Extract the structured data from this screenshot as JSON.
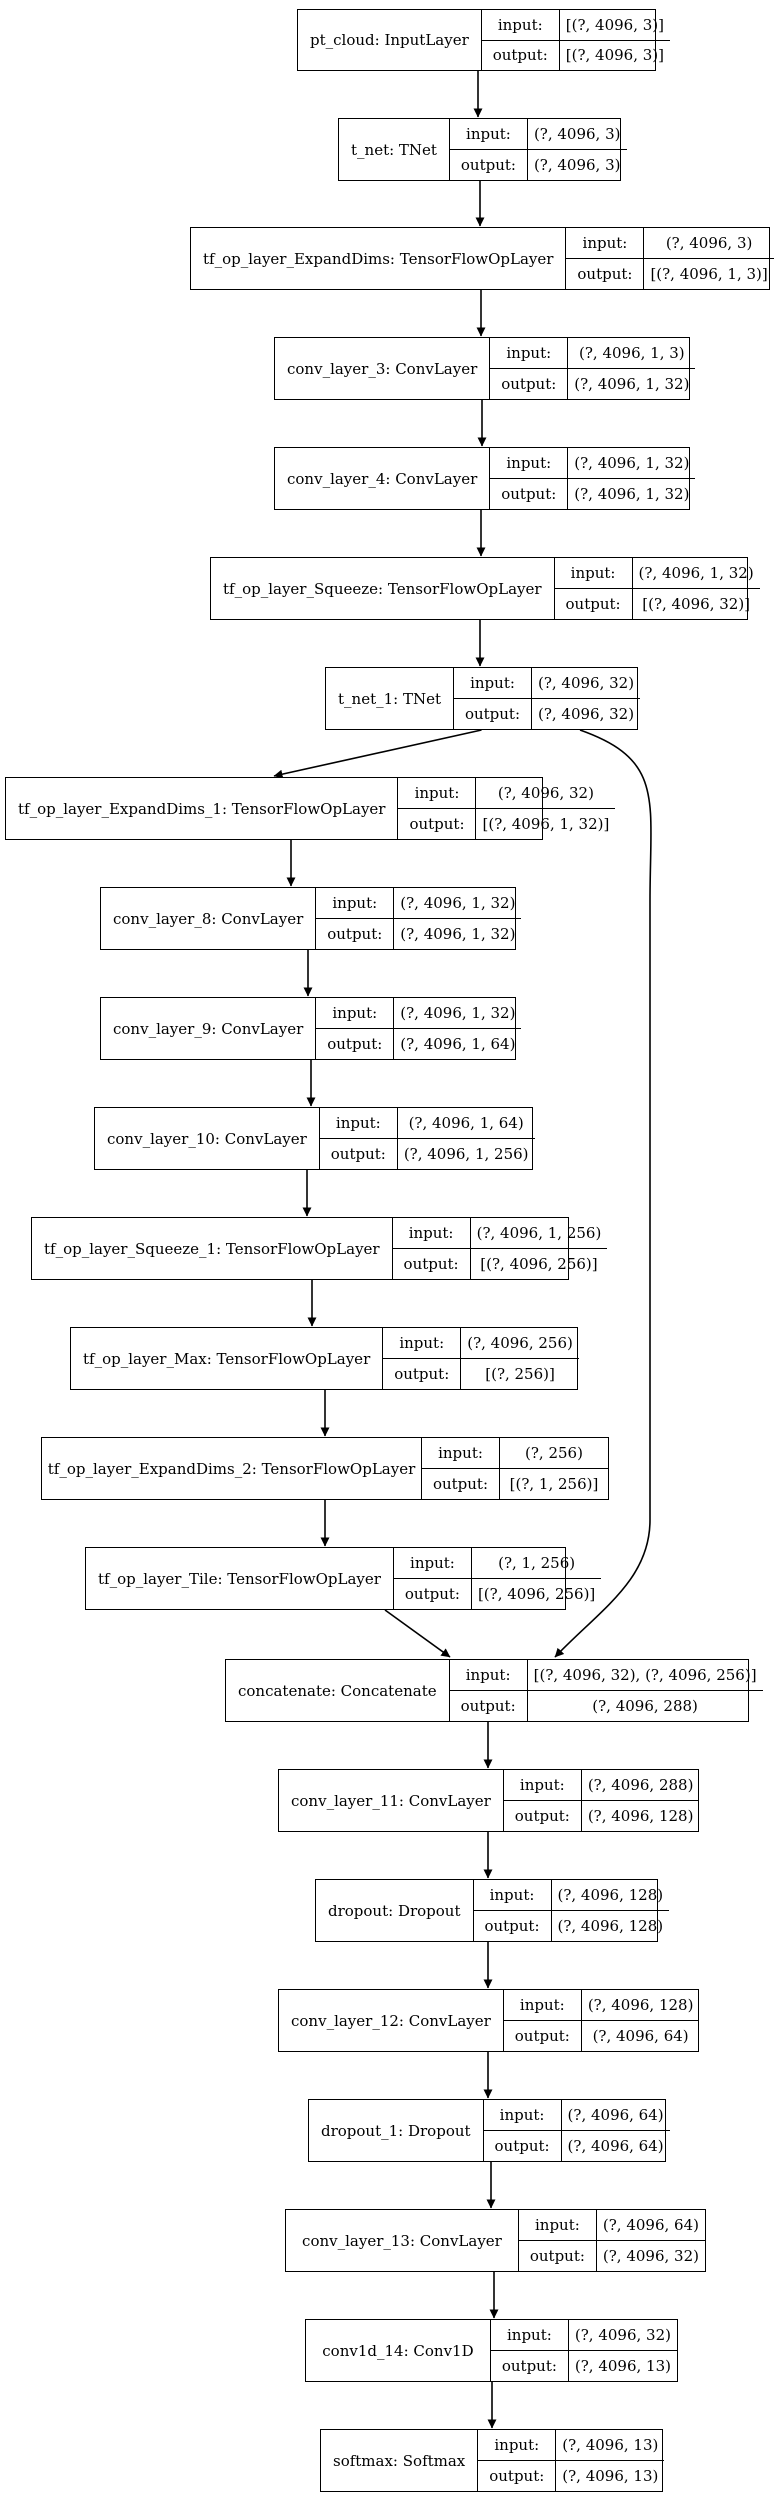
{
  "nodes": [
    {
      "name": "pt_cloud: InputLayer",
      "input_label": "input:",
      "input": "[(?, 4096, 3)]",
      "output_label": "output:",
      "output": "[(?, 4096, 3)]"
    },
    {
      "name": "t_net: TNet",
      "input_label": "input:",
      "input": "(?, 4096, 3)",
      "output_label": "output:",
      "output": "(?, 4096, 3)"
    },
    {
      "name": "tf_op_layer_ExpandDims: TensorFlowOpLayer",
      "input_label": "input:",
      "input": "(?, 4096, 3)",
      "output_label": "output:",
      "output": "[(?, 4096, 1, 3)]"
    },
    {
      "name": "conv_layer_3: ConvLayer",
      "input_label": "input:",
      "input": "(?, 4096, 1, 3)",
      "output_label": "output:",
      "output": "(?, 4096, 1, 32)"
    },
    {
      "name": "conv_layer_4: ConvLayer",
      "input_label": "input:",
      "input": "(?, 4096, 1, 32)",
      "output_label": "output:",
      "output": "(?, 4096, 1, 32)"
    },
    {
      "name": "tf_op_layer_Squeeze: TensorFlowOpLayer",
      "input_label": "input:",
      "input": "(?, 4096, 1, 32)",
      "output_label": "output:",
      "output": "[(?, 4096, 32)]"
    },
    {
      "name": "t_net_1: TNet",
      "input_label": "input:",
      "input": "(?, 4096, 32)",
      "output_label": "output:",
      "output": "(?, 4096, 32)"
    },
    {
      "name": "tf_op_layer_ExpandDims_1: TensorFlowOpLayer",
      "input_label": "input:",
      "input": "(?, 4096, 32)",
      "output_label": "output:",
      "output": "[(?, 4096, 1, 32)]"
    },
    {
      "name": "conv_layer_8: ConvLayer",
      "input_label": "input:",
      "input": "(?, 4096, 1, 32)",
      "output_label": "output:",
      "output": "(?, 4096, 1, 32)"
    },
    {
      "name": "conv_layer_9: ConvLayer",
      "input_label": "input:",
      "input": "(?, 4096, 1, 32)",
      "output_label": "output:",
      "output": "(?, 4096, 1, 64)"
    },
    {
      "name": "conv_layer_10: ConvLayer",
      "input_label": "input:",
      "input": "(?, 4096, 1, 64)",
      "output_label": "output:",
      "output": "(?, 4096, 1, 256)"
    },
    {
      "name": "tf_op_layer_Squeeze_1: TensorFlowOpLayer",
      "input_label": "input:",
      "input": "(?, 4096, 1, 256)",
      "output_label": "output:",
      "output": "[(?, 4096, 256)]"
    },
    {
      "name": "tf_op_layer_Max: TensorFlowOpLayer",
      "input_label": "input:",
      "input": "(?, 4096, 256)",
      "output_label": "output:",
      "output": "[(?, 256)]"
    },
    {
      "name": "tf_op_layer_ExpandDims_2: TensorFlowOpLayer",
      "input_label": "input:",
      "input": "(?, 256)",
      "output_label": "output:",
      "output": "[(?, 1, 256)]"
    },
    {
      "name": "tf_op_layer_Tile: TensorFlowOpLayer",
      "input_label": "input:",
      "input": "(?, 1, 256)",
      "output_label": "output:",
      "output": "[(?, 4096, 256)]"
    },
    {
      "name": "concatenate: Concatenate",
      "input_label": "input:",
      "input": "[(?, 4096, 32), (?, 4096, 256)]",
      "output_label": "output:",
      "output": "(?, 4096, 288)"
    },
    {
      "name": "conv_layer_11: ConvLayer",
      "input_label": "input:",
      "input": "(?, 4096, 288)",
      "output_label": "output:",
      "output": "(?, 4096, 128)"
    },
    {
      "name": "dropout: Dropout",
      "input_label": "input:",
      "input": "(?, 4096, 128)",
      "output_label": "output:",
      "output": "(?, 4096, 128)"
    },
    {
      "name": "conv_layer_12: ConvLayer",
      "input_label": "input:",
      "input": "(?, 4096, 128)",
      "output_label": "output:",
      "output": "(?, 4096, 64)"
    },
    {
      "name": "dropout_1: Dropout",
      "input_label": "input:",
      "input": "(?, 4096, 64)",
      "output_label": "output:",
      "output": "(?, 4096, 64)"
    },
    {
      "name": "conv_layer_13: ConvLayer",
      "input_label": "input:",
      "input": "(?, 4096, 64)",
      "output_label": "output:",
      "output": "(?, 4096, 32)"
    },
    {
      "name": "conv1d_14: Conv1D",
      "input_label": "input:",
      "input": "(?, 4096, 32)",
      "output_label": "output:",
      "output": "(?, 4096, 13)"
    },
    {
      "name": "softmax: Softmax",
      "input_label": "input:",
      "input": "(?, 4096, 13)",
      "output_label": "output:",
      "output": "(?, 4096, 13)"
    }
  ],
  "edges": [
    [
      0,
      1
    ],
    [
      1,
      2
    ],
    [
      2,
      3
    ],
    [
      3,
      4
    ],
    [
      4,
      5
    ],
    [
      5,
      6
    ],
    [
      6,
      7
    ],
    [
      7,
      8
    ],
    [
      8,
      9
    ],
    [
      9,
      10
    ],
    [
      10,
      11
    ],
    [
      11,
      12
    ],
    [
      12,
      13
    ],
    [
      13,
      14
    ],
    [
      14,
      15
    ],
    [
      6,
      15
    ],
    [
      15,
      16
    ],
    [
      16,
      17
    ],
    [
      17,
      18
    ],
    [
      18,
      19
    ],
    [
      19,
      20
    ],
    [
      20,
      21
    ],
    [
      21,
      22
    ]
  ]
}
